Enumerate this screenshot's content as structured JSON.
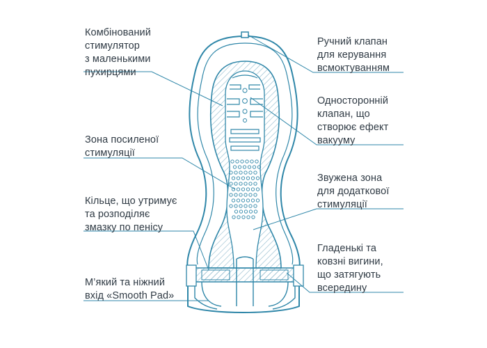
{
  "colors": {
    "outline": "#2e86a8",
    "hatch": "#8fb9cc",
    "text": "#2f3a44",
    "leader": "#2e86a8"
  },
  "labels": {
    "combined_stimulator": "Комбінований\nстимулятор\nз маленькими\nпухирцями",
    "enhanced_zone": "Зона посиленої\nстимуляції",
    "ring": "Кільце, що утримує\nта розподіляє\nзмазку по пенісу",
    "smooth_pad": "М’який та ніжний\nвхід «Smooth Pad»",
    "manual_valve": "Ручний клапан\nдля керування\nвсмоктуванням",
    "one_way_valve": "Односторонній\nклапан, що\nстворює ефект\nвакууму",
    "narrowed_zone": "Звужена зона\nдля додаткової\nстимуляції",
    "smooth_curves": "Гладенькі та\nковзні вигини,\nщо затягують\nвсередину"
  }
}
